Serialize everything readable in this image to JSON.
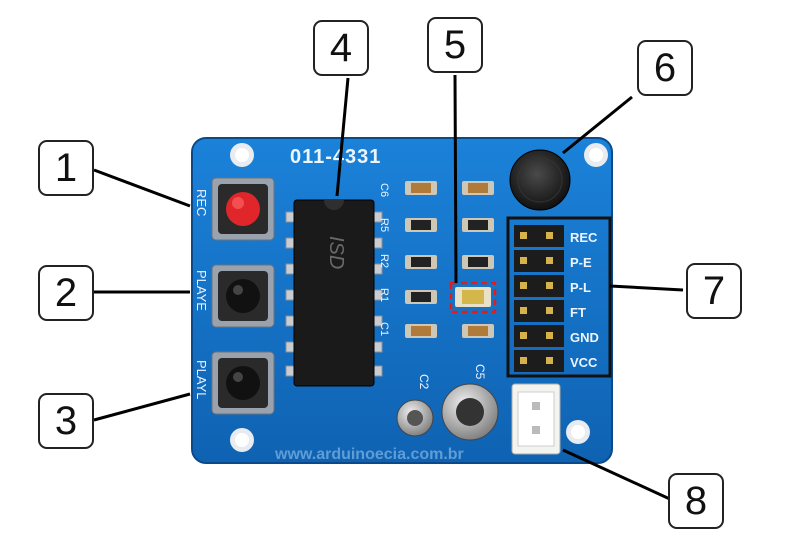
{
  "board": {
    "part_number": "011-4331",
    "website": "www.arduinoecia.com.br",
    "chip_label": "ISD",
    "colors": {
      "pcb": "#1573c8",
      "pcb_dark": "#0c4f94",
      "silkscreen": "#f2f6fb",
      "highlight_box": "#e21c1c",
      "frame": "#111111"
    }
  },
  "silkscreen": {
    "button_labels": {
      "rec": "REC",
      "playe": "PLAYE",
      "playl": "PLAYL"
    },
    "component_labels": {
      "c6": "C6",
      "r5": "R5",
      "r2": "R2",
      "r1": "R1",
      "c1": "C1",
      "c2": "C2",
      "c5": "C5"
    },
    "pins": [
      "REC",
      "P-E",
      "P-L",
      "FT",
      "GND",
      "VCC"
    ]
  },
  "callouts": [
    {
      "label": "1",
      "target": "record-button"
    },
    {
      "label": "2",
      "target": "play-edge-button"
    },
    {
      "label": "3",
      "target": "play-level-button"
    },
    {
      "label": "4",
      "target": "isd-chip"
    },
    {
      "label": "5",
      "target": "led"
    },
    {
      "label": "6",
      "target": "microphone"
    },
    {
      "label": "7",
      "target": "pin-header"
    },
    {
      "label": "8",
      "target": "speaker-connector"
    }
  ]
}
